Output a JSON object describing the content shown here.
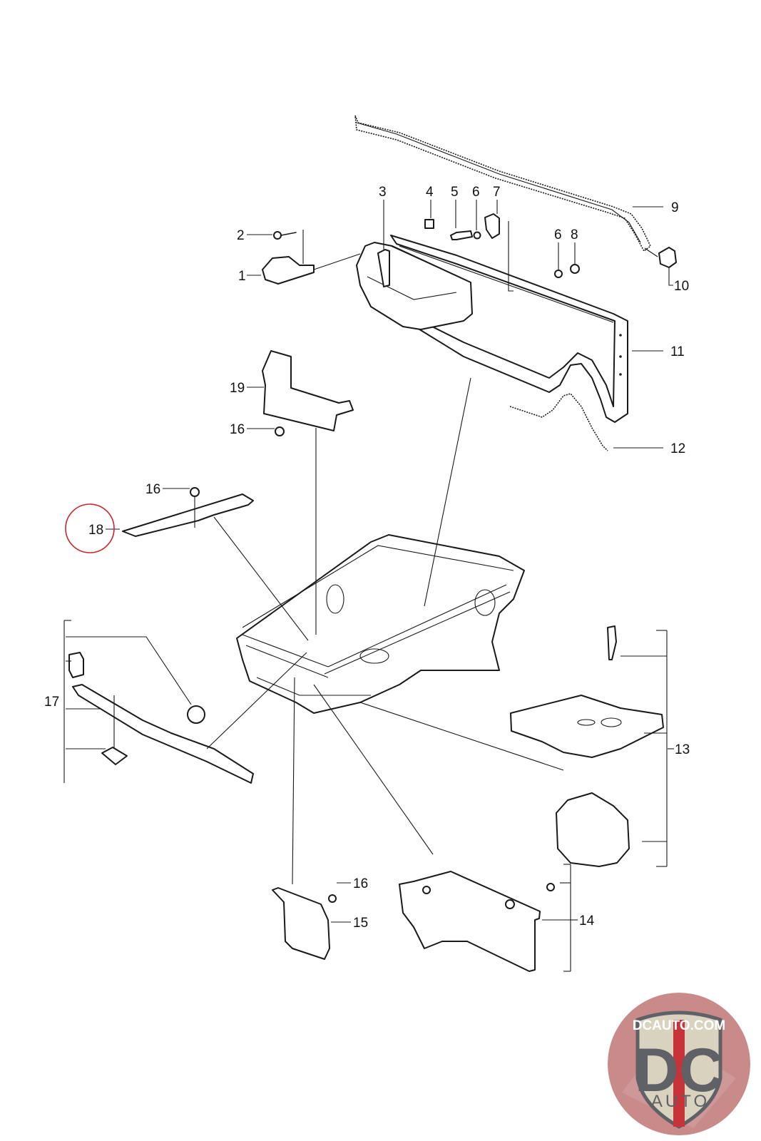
{
  "diagram": {
    "type": "exploded-parts-diagram",
    "subject": "Front luggage compartment body parts",
    "callouts": [
      {
        "id": "c1",
        "label": "1"
      },
      {
        "id": "c2",
        "label": "2"
      },
      {
        "id": "c3",
        "label": "3"
      },
      {
        "id": "c4",
        "label": "4"
      },
      {
        "id": "c5",
        "label": "5"
      },
      {
        "id": "c6a",
        "label": "6"
      },
      {
        "id": "c7",
        "label": "7"
      },
      {
        "id": "c6b",
        "label": "6"
      },
      {
        "id": "c8",
        "label": "8"
      },
      {
        "id": "c9",
        "label": "9"
      },
      {
        "id": "c10",
        "label": "10"
      },
      {
        "id": "c11",
        "label": "11"
      },
      {
        "id": "c12",
        "label": "12"
      },
      {
        "id": "c19",
        "label": "19"
      },
      {
        "id": "c16a",
        "label": "16"
      },
      {
        "id": "c16b",
        "label": "16"
      },
      {
        "id": "c18",
        "label": "18"
      },
      {
        "id": "c17",
        "label": "17"
      },
      {
        "id": "c13",
        "label": "13"
      },
      {
        "id": "c16c",
        "label": "16"
      },
      {
        "id": "c15",
        "label": "15"
      },
      {
        "id": "c14",
        "label": "14"
      }
    ],
    "highlighted_part": "18",
    "highlight_color": "#c8282d"
  },
  "logo": {
    "top_text": "DCAUTO.COM",
    "main_text": "DC",
    "sub_text": "AUTO",
    "colors": {
      "background": "#c98a8a",
      "shield_fill": "#d8d2bf",
      "shield_border": "#5f6166",
      "letters": "#5f6166",
      "stripe": "#c8333a",
      "top_text": "#ffffff"
    }
  }
}
